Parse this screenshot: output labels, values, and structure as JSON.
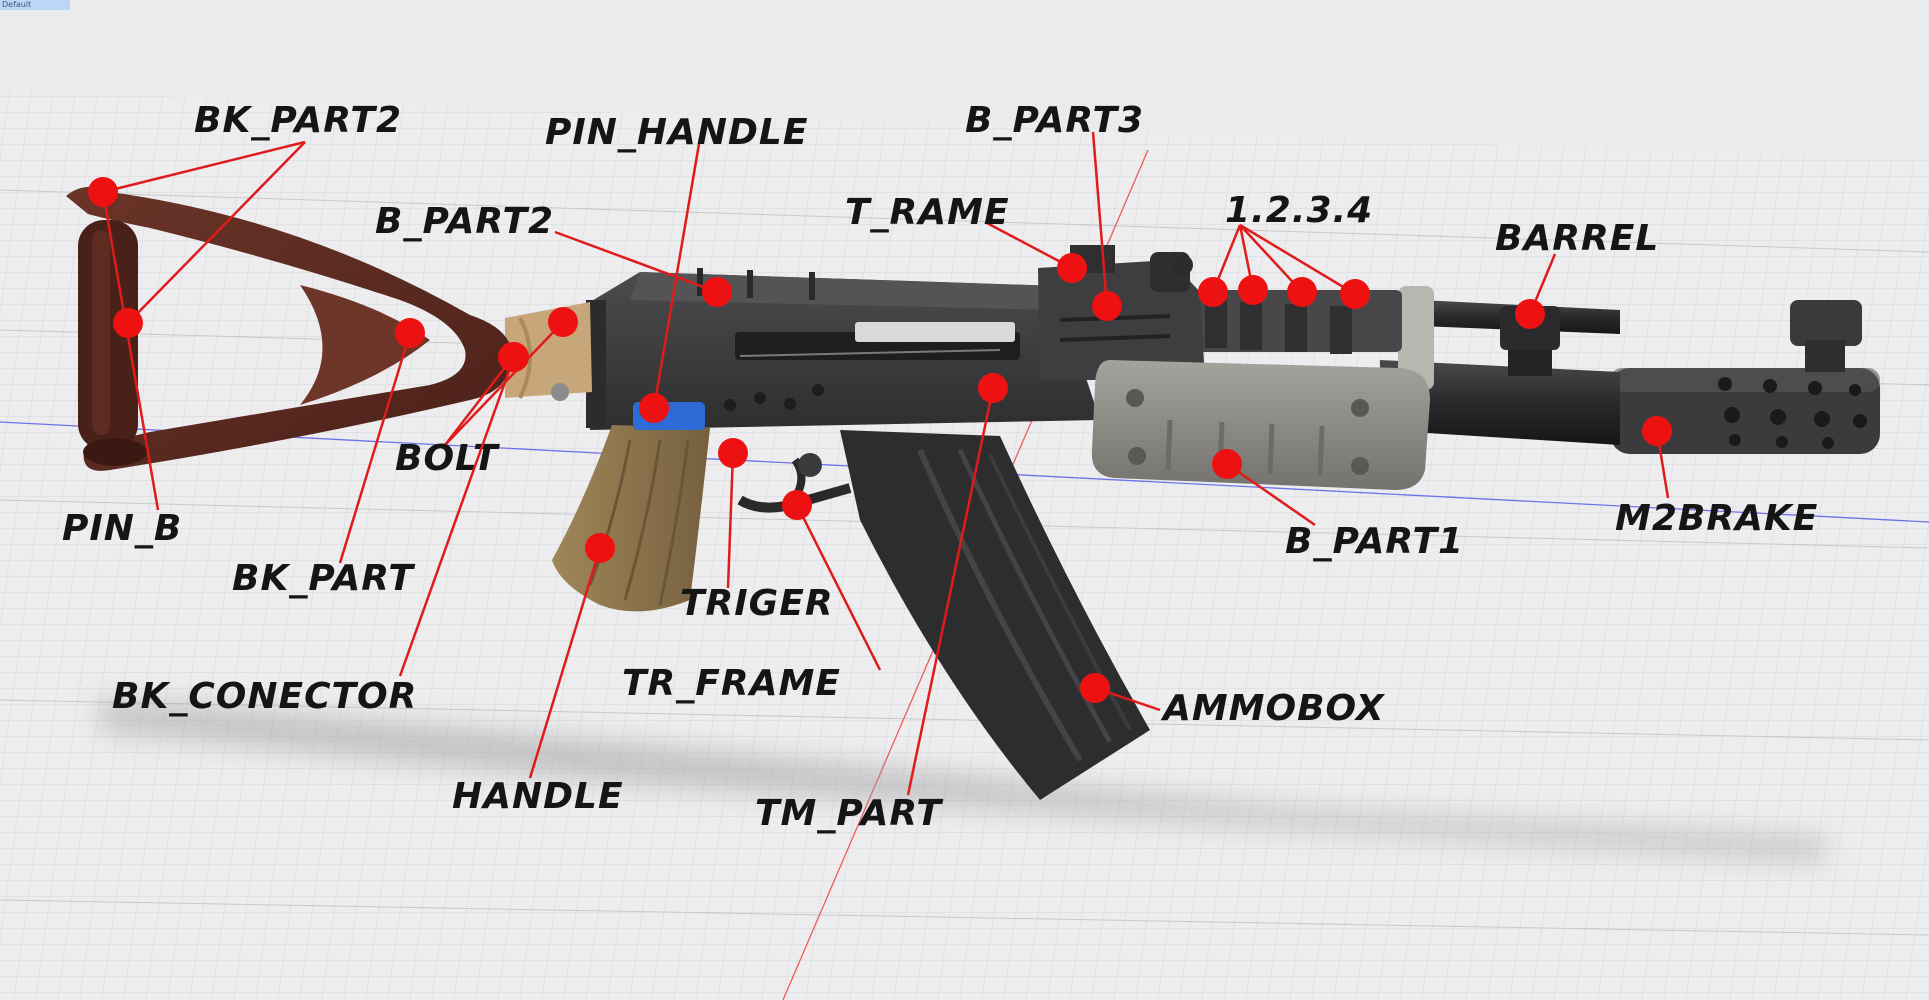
{
  "viewport": {
    "window_chip": "Default",
    "colors": {
      "background": "#ebebed",
      "grid_minor": "#d5d7da",
      "grid_major": "#c7c9cd",
      "axis_blue": "#6d73ea",
      "axis_red": "#ef5b5b",
      "leader_line": "#e01b1b",
      "marker": "#ee1111",
      "label": "#151515"
    }
  },
  "parts": {
    "stock_wood": "#5a2a22",
    "butt_pad": "#4a2119",
    "connector_wood": "#c7a77a",
    "grip_wood": "#8f7650",
    "receiver": "#3a3a3c",
    "dust_cover": "#4a4a4c",
    "magazine": "#2b2b2d",
    "handguard": "#8c8a84",
    "barrel": "#2c2c2e",
    "brake": "#3a3a3c",
    "bolt_carrier": "#d8d8d8",
    "pin_handle": "#2f6bd6"
  },
  "callouts": [
    {
      "id": "bk-part2",
      "label": "BK_PART2"
    },
    {
      "id": "pin-handle",
      "label": "PIN_HANDLE"
    },
    {
      "id": "b-part3",
      "label": "B_PART3"
    },
    {
      "id": "b-part2",
      "label": "B_PART2"
    },
    {
      "id": "t-rame",
      "label": "T_RAME"
    },
    {
      "id": "1234",
      "label": "1.2.3.4"
    },
    {
      "id": "barrel",
      "label": "BARREL"
    },
    {
      "id": "bolt",
      "label": "BOLT"
    },
    {
      "id": "pin-b",
      "label": "PIN_B"
    },
    {
      "id": "bk-part",
      "label": "BK_PART"
    },
    {
      "id": "triger",
      "label": "TRIGER"
    },
    {
      "id": "b-part1",
      "label": "B_PART1"
    },
    {
      "id": "m2brake",
      "label": "M2BRAKE"
    },
    {
      "id": "tr-frame",
      "label": "TR_FRAME"
    },
    {
      "id": "bk-conector",
      "label": "BK_CONECTOR"
    },
    {
      "id": "ammobox",
      "label": "AMMOBOX"
    },
    {
      "id": "handle",
      "label": "HANDLE"
    },
    {
      "id": "tm-part",
      "label": "TM_PART"
    }
  ]
}
